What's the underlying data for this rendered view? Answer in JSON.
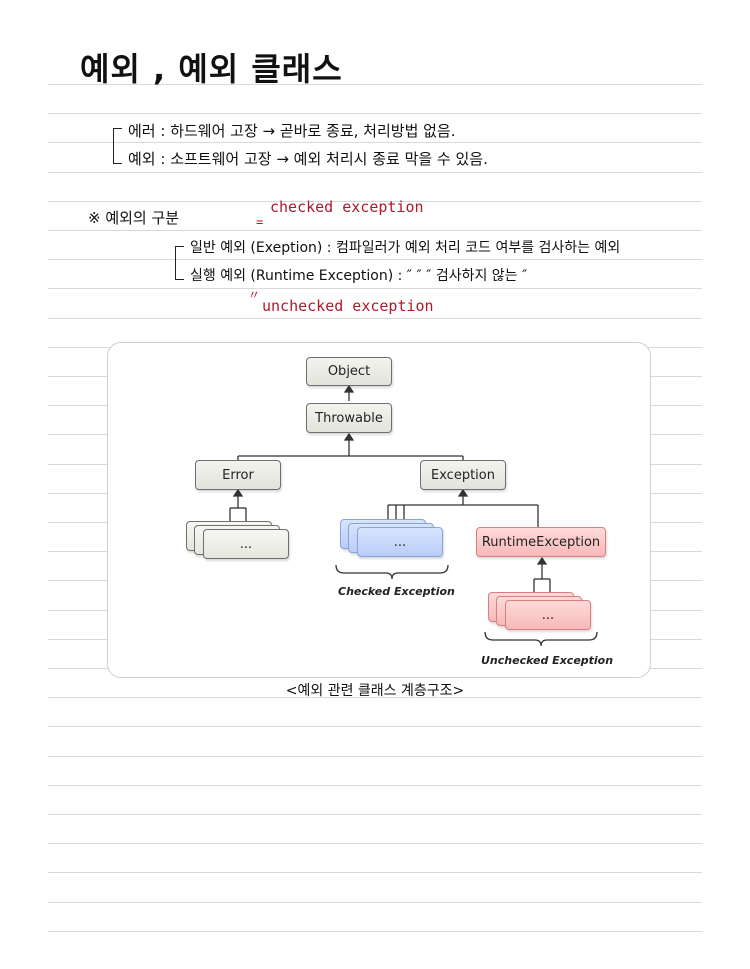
{
  "title": "예외 , 예외 클래스",
  "notes": {
    "error_line": "에러 : 하드웨어 고장  → 곧바로 종료, 처리방법 없음.",
    "exception_line": "예외 : 소프트웨어 고장 → 예외 처리시 종료 막을 수 있음.",
    "classification_heading": "※ 예외의 구분",
    "checked_label": "checked exception",
    "general_line": "일반 예외 (Exeption)  :  컴파일러가 예외 처리 코드 여부를 검사하는 예외",
    "runtime_line": "실행 예외 (Runtime Exception) : ″       ″         ″   검사하지 않는 ″",
    "unchecked_label": "unchecked exception"
  },
  "diagram": {
    "object": "Object",
    "throwable": "Throwable",
    "error": "Error",
    "exception": "Exception",
    "runtime_exception": "RuntimeException",
    "ellipsis": "...",
    "checked_caption": "Checked Exception",
    "unchecked_caption": "Unchecked Exception"
  },
  "figure_caption": "<예외 관련 클래스 계층구조>",
  "colors": {
    "red_annotation": "#b0182b",
    "checked_box": "#b9cdf7",
    "unchecked_box": "#f7b9b9"
  }
}
